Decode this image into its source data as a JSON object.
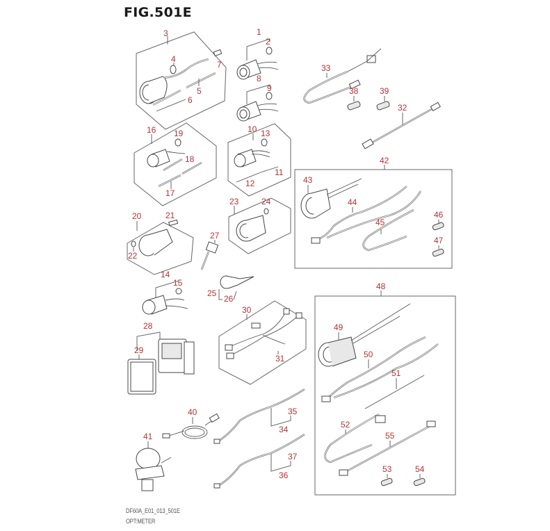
{
  "figure": {
    "title": "FIG.501E",
    "footer_code": "DF60A_E01_013_501E",
    "footer_name": "OPT:METER",
    "callout_color": "#b83232"
  },
  "callouts": {
    "c1": "1",
    "c2": "2",
    "c3": "3",
    "c4": "4",
    "c5": "5",
    "c6": "6",
    "c7": "7",
    "c8": "8",
    "c9": "9",
    "c10": "10",
    "c11": "11",
    "c12": "12",
    "c13": "13",
    "c14": "14",
    "c15": "15",
    "c16": "16",
    "c17": "17",
    "c18": "18",
    "c19": "19",
    "c20": "20",
    "c21": "21",
    "c22": "22",
    "c23": "23",
    "c24": "24",
    "c25": "25",
    "c26": "26",
    "c27": "27",
    "c28": "28",
    "c29": "29",
    "c30": "30",
    "c31": "31",
    "c32": "32",
    "c33": "33",
    "c34": "34",
    "c35": "35",
    "c36": "36",
    "c37": "37",
    "c38": "38",
    "c39": "39",
    "c40": "40",
    "c41": "41",
    "c42": "42",
    "c43": "43",
    "c44": "44",
    "c45": "45",
    "c46": "46",
    "c47": "47",
    "c48": "48",
    "c49": "49",
    "c50": "50",
    "c51": "51",
    "c52": "52",
    "c53": "53",
    "c54": "54",
    "c55": "55"
  }
}
